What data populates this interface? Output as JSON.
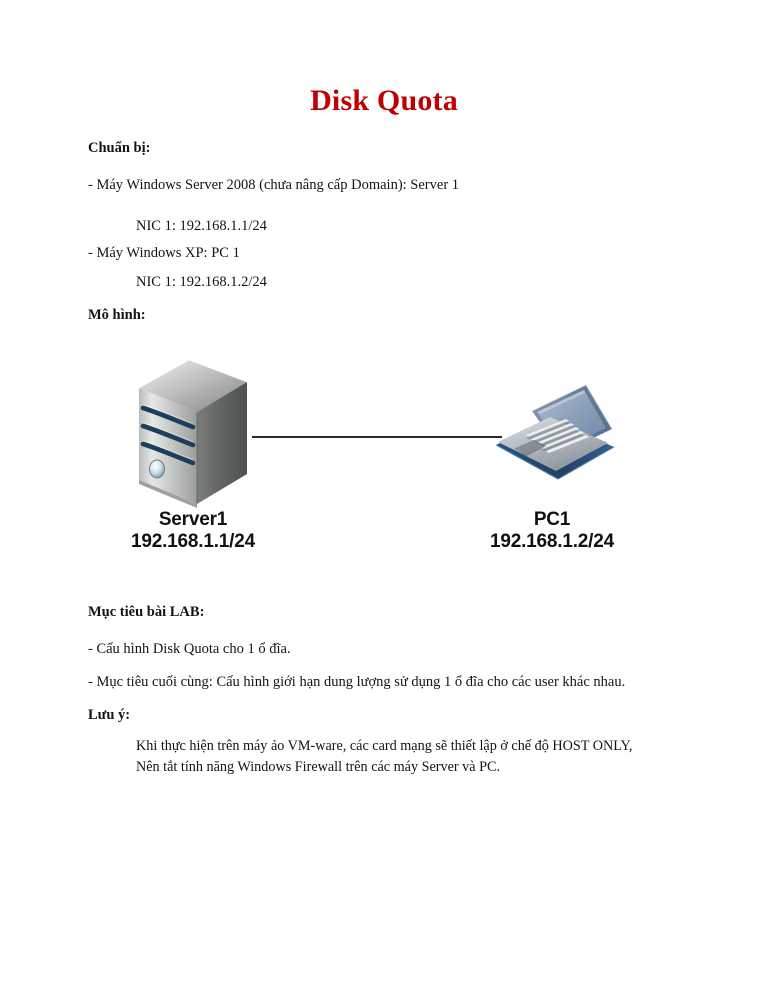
{
  "document": {
    "title": "Disk Quota",
    "title_color": "#c00000"
  },
  "sections": {
    "prep_heading": "Chuẩn bị:",
    "prep_line1": "- Máy Windows Server 2008 (chưa nâng cấp Domain): Server 1",
    "prep_line1_nic": "NIC 1: 192.168.1.1/24",
    "prep_line2": "- Máy Windows XP: PC 1",
    "prep_line2_nic": "NIC 1: 192.168.1.2/24",
    "model_heading": "Mô hình:",
    "goal_heading": "Mục tiêu bài LAB:",
    "goal_line1": "- Cấu hình Disk Quota cho 1 ổ đĩa.",
    "goal_line2": "- Mục tiêu cuối cùng: Cấu hình giới hạn dung lượng sử dụng 1 ổ đĩa cho các user khác nhau.",
    "note_heading": "Lưu ý:",
    "note_line1": "Khi thực hiện trên máy ảo VM-ware, các card mạng sẽ thiết lập ở chế độ HOST ONLY,",
    "note_line2": "Nên tắt tính năng Windows Firewall trên các máy Server và PC."
  },
  "diagram": {
    "nodes": [
      {
        "icon": "server-tower-icon",
        "name": "Server1",
        "ip": "192.168.1.1/24"
      },
      {
        "icon": "laptop-icon",
        "name": "PC1",
        "ip": "192.168.1.2/24"
      }
    ],
    "link": {
      "name": "network-link-line",
      "color": "#2b2b2b"
    },
    "colors": {
      "server_body_light": "#c9cbc8",
      "server_body_dark": "#6f7271",
      "server_stripe": "#1d3f5e",
      "laptop_screen": "#8fa4bd",
      "laptop_base": "#24456b"
    }
  }
}
